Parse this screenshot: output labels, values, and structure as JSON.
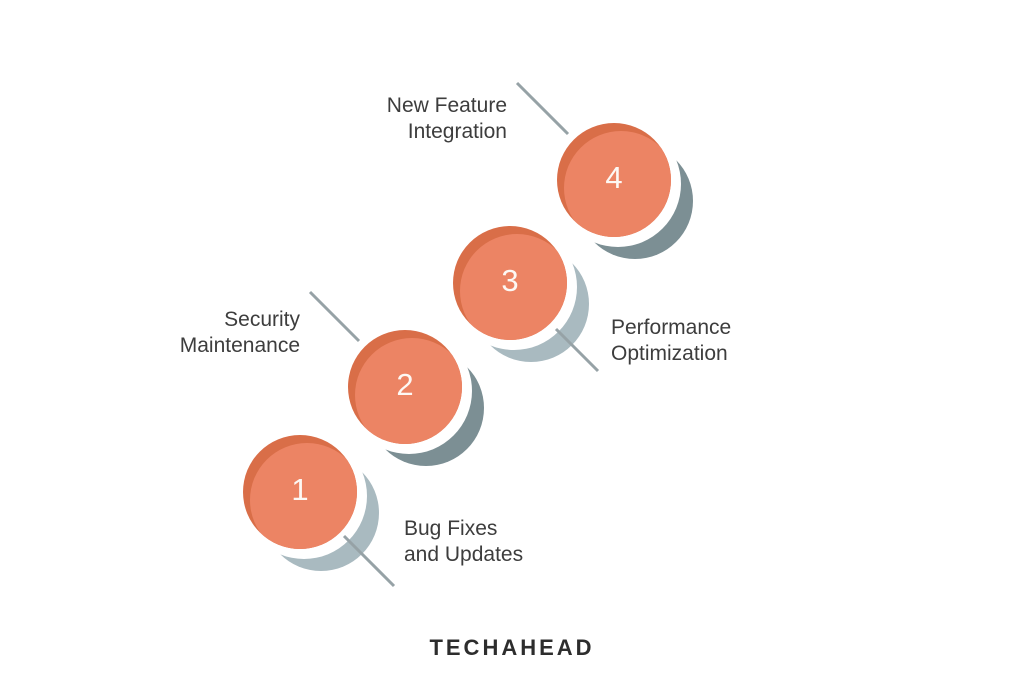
{
  "page": {
    "background_color": "#ffffff"
  },
  "colors": {
    "page_bg": "#ffffff",
    "circle_fill": "#EC8464",
    "circle_rim": "#D96E48",
    "shadow_dark": "#7C8F94",
    "shadow_light": "#A9BAC0",
    "connector": "#96A2A6",
    "label_text": "#3D3D3D",
    "number_text": "#FDF8F4",
    "logo_text": "#2D2D2D"
  },
  "infographic": {
    "milestones": [
      {
        "number": "1",
        "label": "Bug Fixes and Updates",
        "label_lines": [
          "Bug Fixes",
          "and Updates"
        ],
        "label_side": "right",
        "shadow_tone": "light"
      },
      {
        "number": "2",
        "label": "Security Maintenance",
        "label_lines": [
          "Security",
          "Maintenance"
        ],
        "label_side": "left",
        "shadow_tone": "dark"
      },
      {
        "number": "3",
        "label": "Performance Optimization",
        "label_lines": [
          "Performance",
          "Optimization"
        ],
        "label_side": "right",
        "shadow_tone": "light"
      },
      {
        "number": "4",
        "label": "New Feature Integration",
        "label_lines": [
          "New Feature",
          "Integration"
        ],
        "label_side": "left",
        "shadow_tone": "dark"
      }
    ]
  },
  "footer": {
    "logo_text": "TECHAHEAD"
  }
}
